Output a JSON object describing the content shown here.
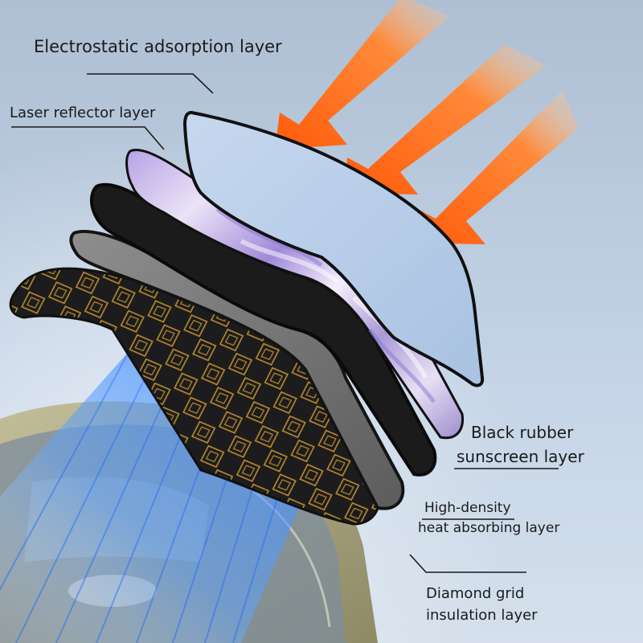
{
  "labels": {
    "electrostatic": "Electrostatic adsorption layer",
    "laser": "Laser reflector layer",
    "black_rubber_line1": "Black rubber",
    "black_rubber_line2": "sunscreen layer",
    "high_density_line1": "High-density",
    "high_density_line2": "heat absorbing layer",
    "diamond_line1": "Diamond grid",
    "diamond_line2": "insulation layer"
  },
  "colors": {
    "background": "#b8cbe0",
    "heat_arrow": "#ff6a1a",
    "electrostatic_layer": "#b0c8e6",
    "black_rubber_layer": "#1b1b1b",
    "high_density_layer": "#6f6f6f",
    "diamond_grid_layer": "#1c1c1e",
    "diamond_pattern": "#b98a2a",
    "cooling_light": "#3b8cff",
    "car_body": "#b9b38c"
  },
  "icons": [
    "heat-arrow-icon",
    "cooling-light-rays",
    "car-illustration"
  ]
}
